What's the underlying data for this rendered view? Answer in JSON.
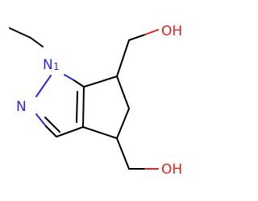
{
  "molecule": {
    "atoms": {
      "n1": "N",
      "n1_sub": "1",
      "n2": "N",
      "oh_top": "OH",
      "oh_bottom": "OH"
    }
  },
  "colors": {
    "carbon_bond": "#000000",
    "nitrogen": "#2a2adc",
    "oxygen": "#e0241c",
    "background": "#ffffff"
  }
}
